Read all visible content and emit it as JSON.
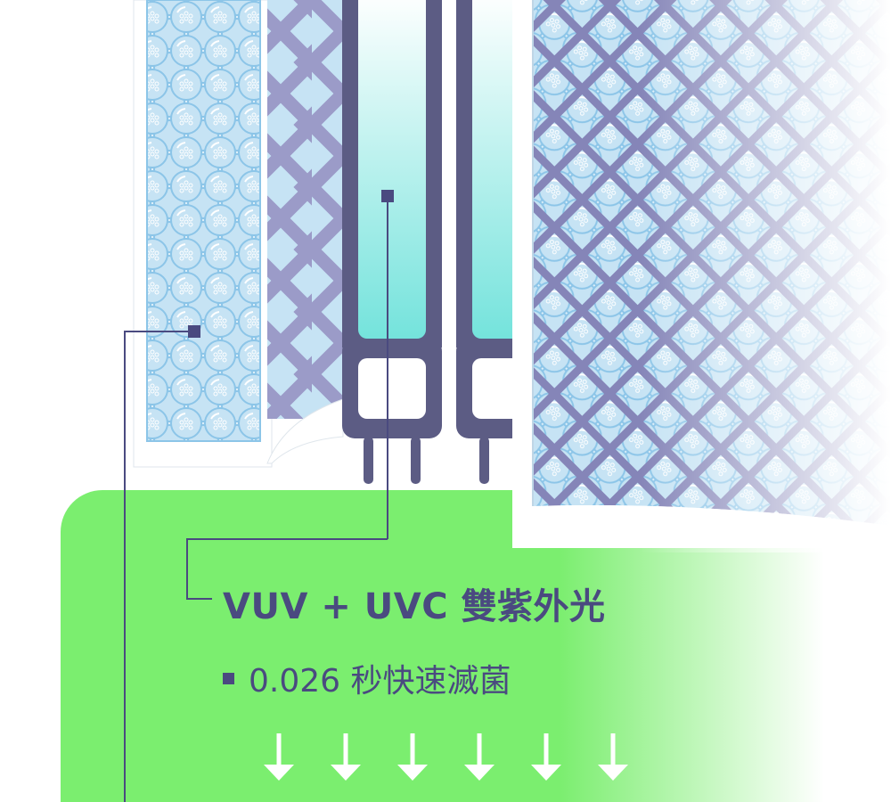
{
  "feature": {
    "title": "VUV + UVC 雙紫外光",
    "bullet_text": "0.026 秒快速滅菌"
  },
  "colors": {
    "green": "#7bee6f",
    "navy": "#4a4a80",
    "lamp_frame": "#5c5c84",
    "lattice": "#9b9bc8",
    "bead_fill": "#c6e3f4",
    "bead_stroke": "#8cc5e8",
    "lamp_glow": "#74e3dc"
  },
  "icons": {
    "arrow": "down-arrow-icon",
    "bullet": "square-bullet-icon"
  },
  "arrow_count": 6
}
